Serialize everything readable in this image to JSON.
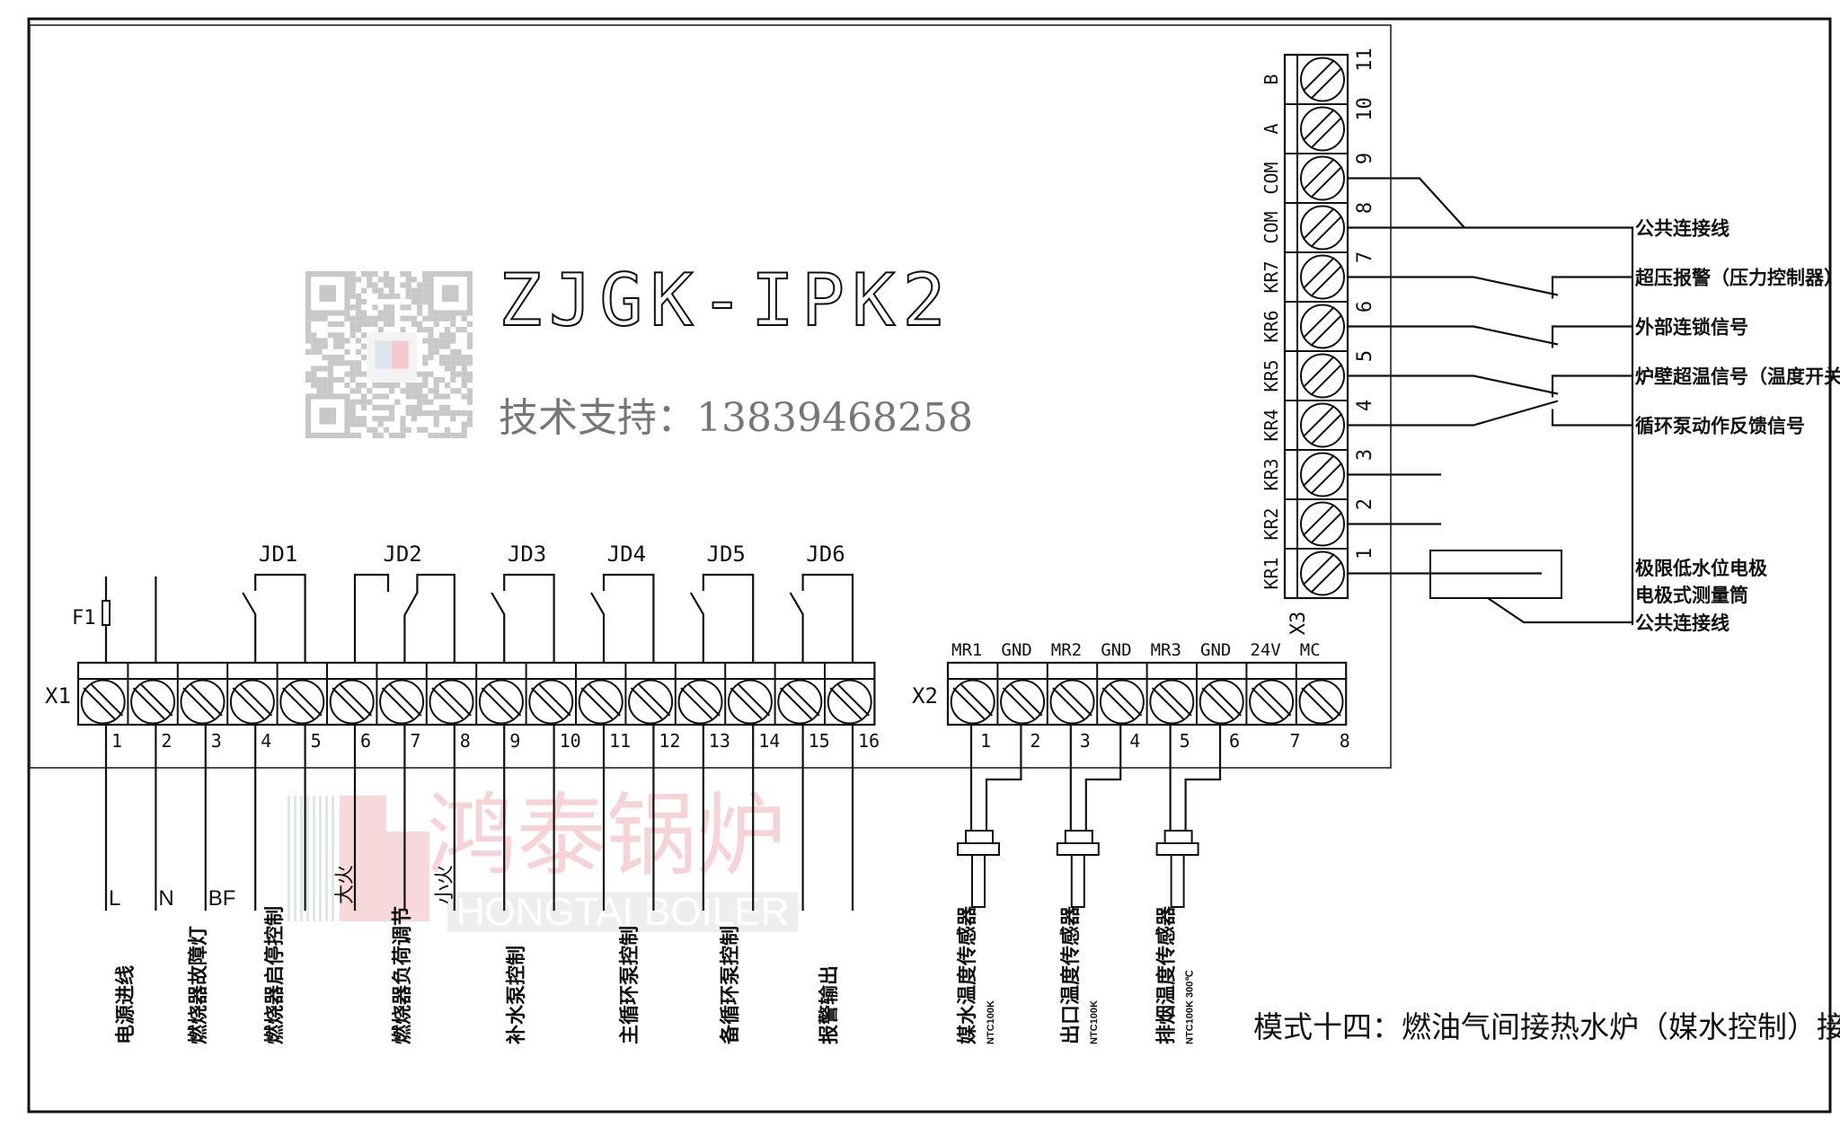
{
  "header": {
    "model": "ZJGK-IPK2",
    "support_label": "技术支持：",
    "support_phone": "13839468258"
  },
  "title": "模式十四：燃油气间接热水炉（媒水控制）接线图",
  "watermark": {
    "cn": "鸿泰锅炉",
    "en": "HONGTAI BOILER",
    "colors": {
      "cn": "#f6d3d6",
      "en_bg": "#eeeeee",
      "en_text": "#ffffff",
      "stripe": "#dfe6f0",
      "logo_red": "#f7d9dc"
    }
  },
  "colors": {
    "line": "#111111",
    "qr": "#c8c8c8",
    "support_text": "#777777"
  },
  "x1": {
    "label": "X1",
    "fuse_label": "F1",
    "relays": [
      "JD1",
      "JD2",
      "JD3",
      "JD4",
      "JD5",
      "JD6"
    ],
    "pins": [
      "1",
      "2",
      "3",
      "4",
      "5",
      "6",
      "7",
      "8",
      "9",
      "10",
      "11",
      "12",
      "13",
      "14",
      "15",
      "16"
    ],
    "wire_tags": [
      {
        "pin": 1,
        "text": "L"
      },
      {
        "pin": 2,
        "text": "N"
      },
      {
        "pin": 3,
        "text": "BF"
      },
      {
        "pin": 6,
        "text": "大火"
      },
      {
        "pin": 8,
        "text": "小火"
      }
    ],
    "functions": [
      {
        "pins": "1-2",
        "text": "电源进线"
      },
      {
        "pins": "3",
        "text": "燃烧器故障灯"
      },
      {
        "pins": "4-5",
        "text": "燃烧器启停控制"
      },
      {
        "pins": "6-8",
        "text": "燃烧器负荷调节"
      },
      {
        "pins": "9-10",
        "text": "补水泵控制"
      },
      {
        "pins": "11-12",
        "text": "主循环泵控制"
      },
      {
        "pins": "13-14",
        "text": "备循环泵控制"
      },
      {
        "pins": "15-16",
        "text": "报警输出"
      }
    ]
  },
  "x2": {
    "label": "X2",
    "terminals": [
      {
        "pin": "1",
        "name": "MR1"
      },
      {
        "pin": "2",
        "name": "GND"
      },
      {
        "pin": "3",
        "name": "MR2"
      },
      {
        "pin": "4",
        "name": "GND"
      },
      {
        "pin": "5",
        "name": "MR3"
      },
      {
        "pin": "6",
        "name": "GND"
      },
      {
        "pin": "7",
        "name": "24V"
      },
      {
        "pin": "8",
        "name": "MC"
      }
    ],
    "sensors": [
      {
        "name": "媒水温度传感器",
        "spec": "NTC100K"
      },
      {
        "name": "出口温度传感器",
        "spec": "NTC100K"
      },
      {
        "name": "排烟温度传感器",
        "spec": "NTC100K  300℃"
      }
    ]
  },
  "x3": {
    "label": "X3",
    "terminals": [
      {
        "pin": "1",
        "name": "KR1"
      },
      {
        "pin": "2",
        "name": "KR2"
      },
      {
        "pin": "3",
        "name": "KR3"
      },
      {
        "pin": "4",
        "name": "KR4"
      },
      {
        "pin": "5",
        "name": "KR5"
      },
      {
        "pin": "6",
        "name": "KR6"
      },
      {
        "pin": "7",
        "name": "KR7"
      },
      {
        "pin": "8",
        "name": "COM"
      },
      {
        "pin": "9",
        "name": "COM"
      },
      {
        "pin": "10",
        "name": "A"
      },
      {
        "pin": "11",
        "name": "B"
      }
    ],
    "signals": {
      "common": "公共连接线",
      "overpressure": "超压报警（压力控制器）",
      "interlock": "外部连锁信号",
      "wall_overtemp": "炉壁超温信号（温度开关）",
      "pump_feedback": "循环泵动作反馈信号",
      "low_water_1": "极限低水位电极",
      "low_water_2": "电极式测量筒",
      "low_water_3": "公共连接线"
    }
  }
}
